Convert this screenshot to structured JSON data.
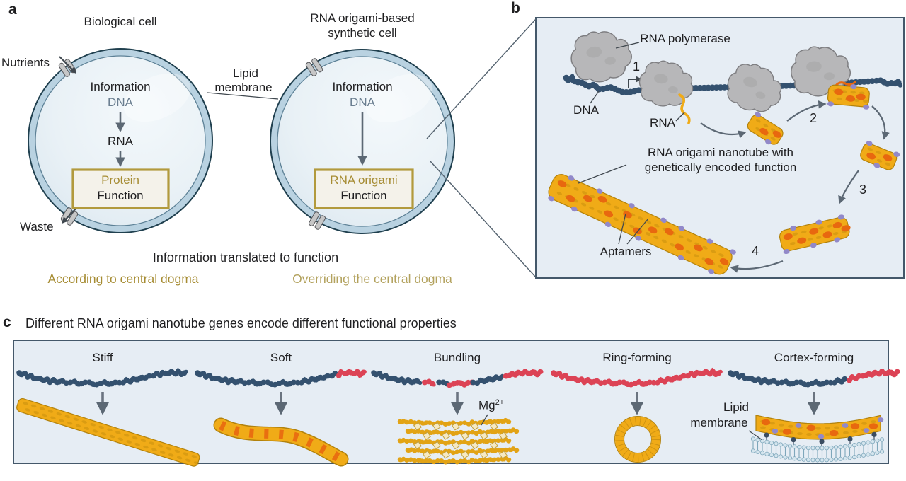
{
  "colors": {
    "ink": "#1f1f21",
    "accent_gold": "#a68c33",
    "accent_gold_light": "#b3a25e",
    "text_slate": "#6a7e90",
    "dna_navy": "#34516f",
    "gene_red": "#dc4355",
    "origami_yellow": "#f0ab17",
    "origami_orange": "#e8680f",
    "aptamer_purple": "#9289c9",
    "panel_bg": "#e6edf4",
    "panel_border": "#44586a",
    "membrane_blue": "#b9d2e1",
    "arrow_gray": "#5c6874"
  },
  "a": {
    "panel_label": "a",
    "bio_title": "Biological cell",
    "syn_title1": "RNA origami-based",
    "syn_title2": "synthetic cell",
    "nutrients": "Nutrients",
    "waste": "Waste",
    "lipid1": "Lipid",
    "lipid2": "membrane",
    "information": "Information",
    "dna": "DNA",
    "rna": "RNA",
    "protein": "Protein",
    "function_word": "Function",
    "rna_origami": "RNA origami",
    "caption": "Information translated to function",
    "note_left": "According to central dogma",
    "note_right": "Overriding the central dogma"
  },
  "b": {
    "panel_label": "b",
    "rna_polymerase": "RNA polymerase",
    "dna": "DNA",
    "rna": "RNA",
    "step1": "1",
    "step2": "2",
    "step3": "3",
    "step4": "4",
    "caption1": "RNA origami nanotube with",
    "caption2": "genetically encoded function",
    "aptamers": "Aptamers"
  },
  "c": {
    "panel_label": "c",
    "title": "Different RNA origami nanotube genes encode different functional properties",
    "columns": [
      "Stiff",
      "Soft",
      "Bundling",
      "Ring-forming",
      "Cortex-forming"
    ],
    "mg": "Mg",
    "mg_sup": "2+",
    "lipid1": "Lipid",
    "lipid2": "membrane"
  }
}
